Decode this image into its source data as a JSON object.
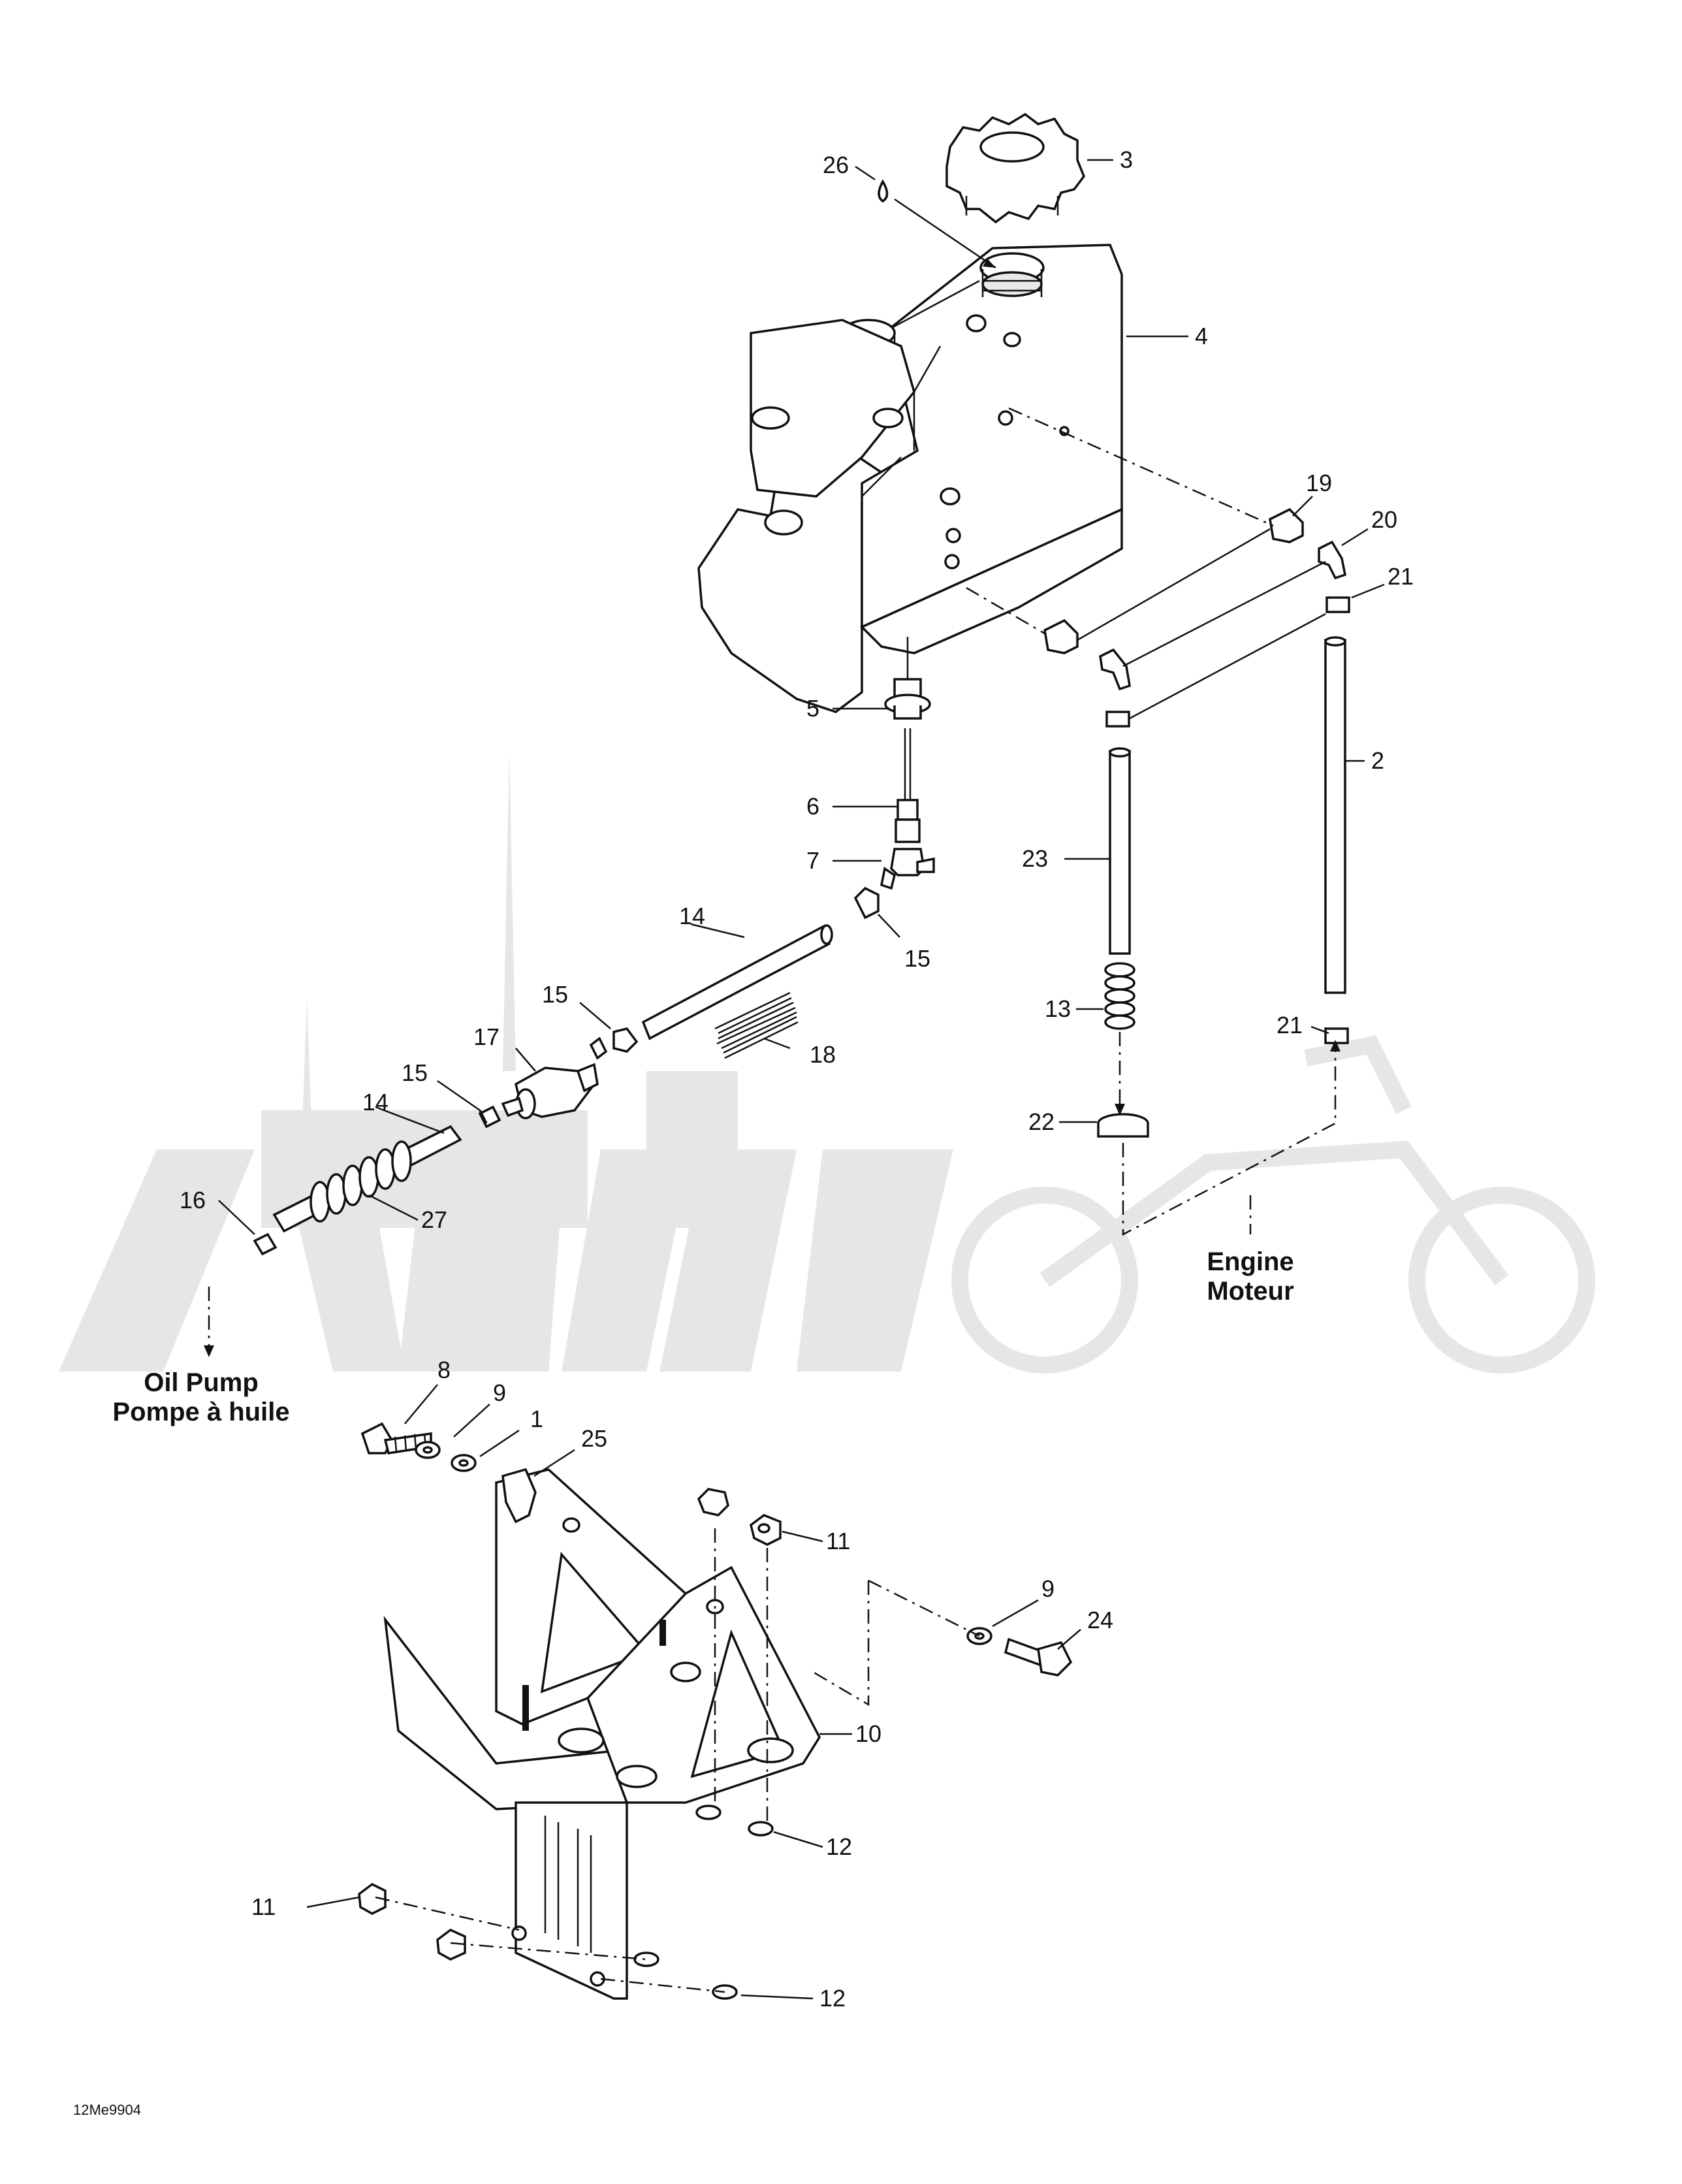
{
  "diagram": {
    "callouts": [
      {
        "id": "c26",
        "text": "26"
      },
      {
        "id": "c3",
        "text": "3"
      },
      {
        "id": "c4",
        "text": "4"
      },
      {
        "id": "c19",
        "text": "19"
      },
      {
        "id": "c20",
        "text": "20"
      },
      {
        "id": "c21a",
        "text": "21"
      },
      {
        "id": "c5",
        "text": "5"
      },
      {
        "id": "c2",
        "text": "2"
      },
      {
        "id": "c6",
        "text": "6"
      },
      {
        "id": "c7",
        "text": "7"
      },
      {
        "id": "c23",
        "text": "23"
      },
      {
        "id": "c14a",
        "text": "14"
      },
      {
        "id": "c15a",
        "text": "15"
      },
      {
        "id": "c15b",
        "text": "15"
      },
      {
        "id": "c13",
        "text": "13"
      },
      {
        "id": "c17",
        "text": "17"
      },
      {
        "id": "c21b",
        "text": "21"
      },
      {
        "id": "c18",
        "text": "18"
      },
      {
        "id": "c15c",
        "text": "15"
      },
      {
        "id": "c14b",
        "text": "14"
      },
      {
        "id": "c22",
        "text": "22"
      },
      {
        "id": "c16",
        "text": "16"
      },
      {
        "id": "c27",
        "text": "27"
      },
      {
        "id": "c8",
        "text": "8"
      },
      {
        "id": "c9a",
        "text": "9"
      },
      {
        "id": "c1",
        "text": "1"
      },
      {
        "id": "c25",
        "text": "25"
      },
      {
        "id": "c11a",
        "text": "11"
      },
      {
        "id": "c9b",
        "text": "9"
      },
      {
        "id": "c24",
        "text": "24"
      },
      {
        "id": "c10",
        "text": "10"
      },
      {
        "id": "c12a",
        "text": "12"
      },
      {
        "id": "c11b",
        "text": "11"
      },
      {
        "id": "c12b",
        "text": "12"
      }
    ],
    "engine_label": {
      "line1": "Engine",
      "line2": "Moteur"
    },
    "oil_pump_label": {
      "line1": "Oil Pump",
      "line2": "Pompe à huile"
    },
    "figure_code": "12Me9904",
    "watermark": "AeHMoto"
  }
}
